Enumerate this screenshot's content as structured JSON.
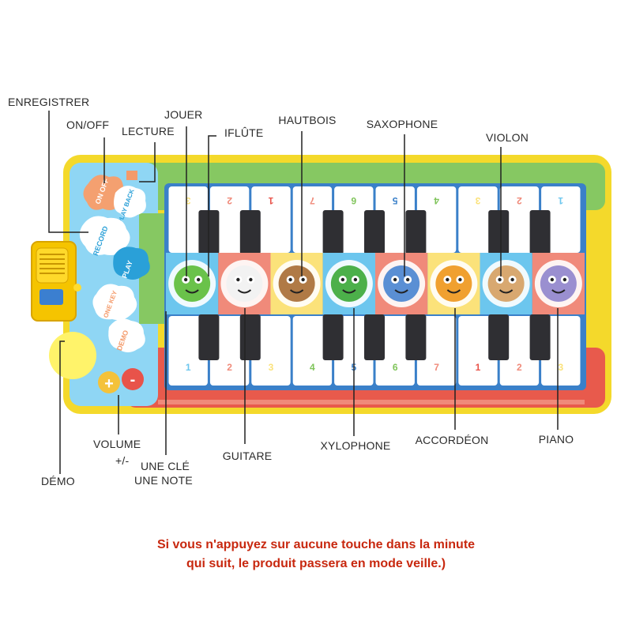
{
  "labels": {
    "enregistrer": "ENREGISTRER",
    "on_off": "ON/OFF",
    "lecture": "LECTURE",
    "jouer": "JOUER",
    "flute": "IFLÛTE",
    "hautbois": "HAUTBOIS",
    "saxophone": "SAXOPHONE",
    "violon": "VIOLON",
    "volume": "VOLUME",
    "volume_pm": "+/-",
    "demo": "DÉMO",
    "une_cle": "UNE CLÉ",
    "une_note": "UNE NOTE",
    "guitare": "GUITARE",
    "xylophone": "XYLOPHONE",
    "accordeon": "ACCORDÉON",
    "piano": "PIANO"
  },
  "buttons": {
    "on_off": "ON OFF",
    "record": "RECORD",
    "play_back": "PLAY BACK",
    "play": "PLAY",
    "one_key": "ONE KEY",
    "demo": "DEMO",
    "vol_up": "+",
    "vol_down": "-"
  },
  "keys": {
    "top_numbers": [
      "3",
      "2",
      "1",
      "7",
      "6",
      "5",
      "4",
      "3",
      "2",
      "1"
    ],
    "bottom_numbers": [
      "1",
      "2",
      "3",
      "4",
      "5",
      "6",
      "7",
      "1",
      "2",
      "3"
    ]
  },
  "animals": [
    {
      "name": "frog",
      "icon": "frog-icon",
      "bg": "#6cc6ee"
    },
    {
      "name": "zebra",
      "icon": "zebra-icon",
      "bg": "#f08a7a"
    },
    {
      "name": "monkey",
      "icon": "monkey-icon",
      "bg": "#fbe27a"
    },
    {
      "name": "crocodile",
      "icon": "crocodile-icon",
      "bg": "#6cc6ee"
    },
    {
      "name": "elephant",
      "icon": "elephant-icon",
      "bg": "#f08a7a"
    },
    {
      "name": "lion",
      "icon": "lion-icon",
      "bg": "#fbe27a"
    },
    {
      "name": "bear",
      "icon": "bear-icon",
      "bg": "#6cc6ee"
    },
    {
      "name": "hippo",
      "icon": "hippo-icon",
      "bg": "#f08a7a"
    }
  ],
  "colors": {
    "mat_border": "#f4d92b",
    "panel_blue": "#8fd6f4",
    "grass_green": "#7fc45a",
    "bottom_red": "#e8534a",
    "note_red": "#c8280f"
  },
  "note": {
    "line1": "Si vous n'appuyez sur aucune touche dans la minute",
    "line2": "qui suit, le produit passera en mode veille.)"
  }
}
